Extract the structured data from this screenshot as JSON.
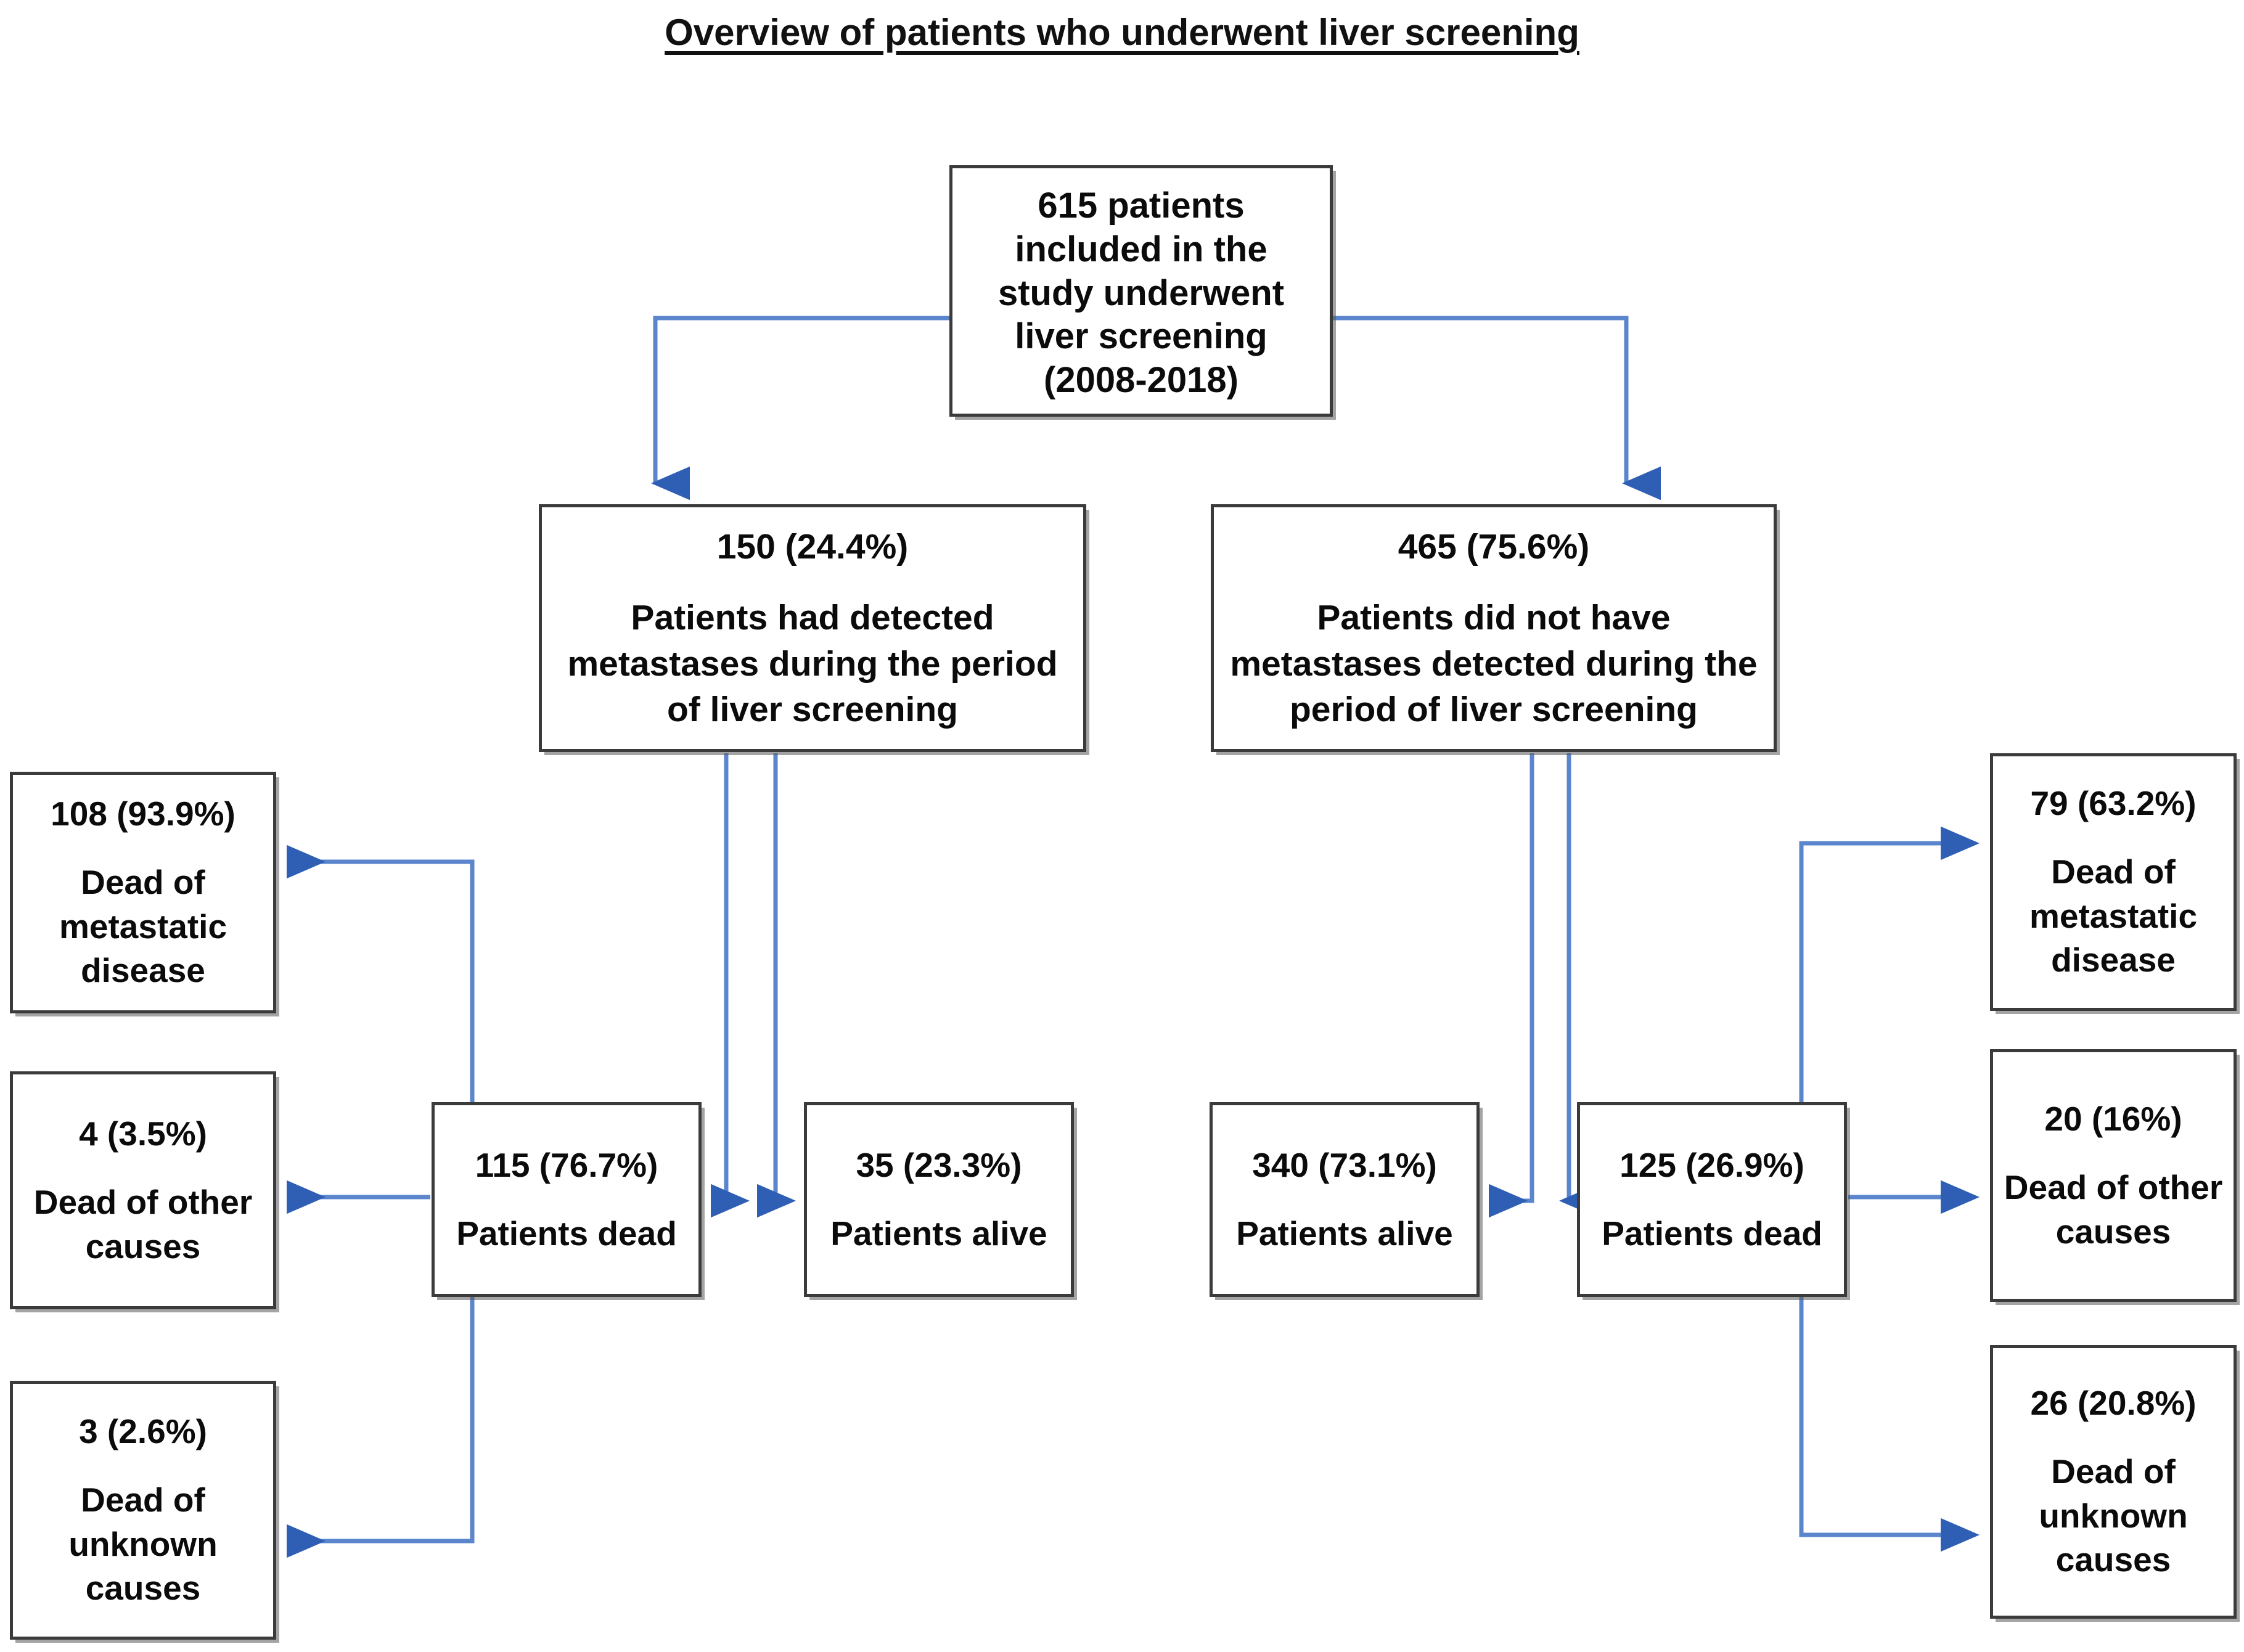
{
  "title": "Overview of patients who underwent liver screening",
  "colors": {
    "connector": "#5b86cd",
    "arrowhead": "#2f5fb5",
    "box_border": "#3b3b3b",
    "text": "#0b0b0b",
    "background": "#ffffff"
  },
  "chart_data": {
    "type": "diagram",
    "title": "Overview of patients who underwent liver screening",
    "nodes": [
      {
        "id": "root",
        "count": "615 patients",
        "desc": "included in the study underwent liver screening (2008-2018)"
      },
      {
        "id": "detected",
        "count": "150 (24.4%)",
        "desc": "Patients had detected metastases during the period of liver screening"
      },
      {
        "id": "not_detected",
        "count": "465 (75.6%)",
        "desc": "Patients did not have metastases detected during the period of liver screening"
      },
      {
        "id": "dead_left",
        "count": "115 (76.7%)",
        "desc": "Patients dead"
      },
      {
        "id": "alive_left",
        "count": "35 (23.3%)",
        "desc": "Patients alive"
      },
      {
        "id": "alive_right",
        "count": "340 (73.1%)",
        "desc": "Patients alive"
      },
      {
        "id": "dead_right",
        "count": "125 (26.9%)",
        "desc": "Patients dead"
      },
      {
        "id": "dead_meta_left",
        "count": "108 (93.9%)",
        "desc": "Dead of metastatic disease"
      },
      {
        "id": "dead_other_left",
        "count": "4 (3.5%)",
        "desc": "Dead of other causes"
      },
      {
        "id": "dead_unknown_left",
        "count": "3 (2.6%)",
        "desc": "Dead of unknown causes"
      },
      {
        "id": "dead_meta_right",
        "count": "79 (63.2%)",
        "desc": "Dead of metastatic disease"
      },
      {
        "id": "dead_other_right",
        "count": "20 (16%)",
        "desc": "Dead of other causes"
      },
      {
        "id": "dead_unknown_right",
        "count": "26 (20.8%)",
        "desc": "Dead of unknown causes"
      }
    ],
    "edges": [
      {
        "from": "root",
        "to": "detected"
      },
      {
        "from": "root",
        "to": "not_detected"
      },
      {
        "from": "detected",
        "to": "dead_left"
      },
      {
        "from": "detected",
        "to": "alive_left"
      },
      {
        "from": "not_detected",
        "to": "alive_right"
      },
      {
        "from": "not_detected",
        "to": "dead_right"
      },
      {
        "from": "dead_left",
        "to": "dead_meta_left"
      },
      {
        "from": "dead_left",
        "to": "dead_other_left"
      },
      {
        "from": "dead_left",
        "to": "dead_unknown_left"
      },
      {
        "from": "dead_right",
        "to": "dead_meta_right"
      },
      {
        "from": "dead_right",
        "to": "dead_other_right"
      },
      {
        "from": "dead_right",
        "to": "dead_unknown_right"
      }
    ]
  },
  "nodes": {
    "root": {
      "count": "615 patients",
      "desc": "included in the\nstudy underwent\nliver screening\n(2008-2018)"
    },
    "detected": {
      "count": "150 (24.4%)",
      "desc": "Patients had detected metastases during the period of liver screening"
    },
    "not_detected": {
      "count": "465 (75.6%)",
      "desc": "Patients did not have metastases detected during the period of liver screening"
    },
    "dead_meta_left": {
      "count": "108 (93.9%)",
      "desc": "Dead of metastatic disease"
    },
    "dead_other_left": {
      "count": "4 (3.5%)",
      "desc": "Dead of other causes"
    },
    "dead_unknown_left": {
      "count": "3 (2.6%)",
      "desc": "Dead of unknown causes"
    },
    "dead_left": {
      "count": "115 (76.7%)",
      "desc": "Patients dead"
    },
    "alive_left": {
      "count": "35 (23.3%)",
      "desc": "Patients alive"
    },
    "alive_right": {
      "count": "340 (73.1%)",
      "desc": "Patients alive"
    },
    "dead_right": {
      "count": "125 (26.9%)",
      "desc": "Patients dead"
    },
    "dead_meta_right": {
      "count": "79 (63.2%)",
      "desc": "Dead of metastatic disease"
    },
    "dead_other_right": {
      "count": "20 (16%)",
      "desc": "Dead of other causes"
    },
    "dead_unknown_right": {
      "count": "26 (20.8%)",
      "desc": "Dead of unknown causes"
    }
  }
}
